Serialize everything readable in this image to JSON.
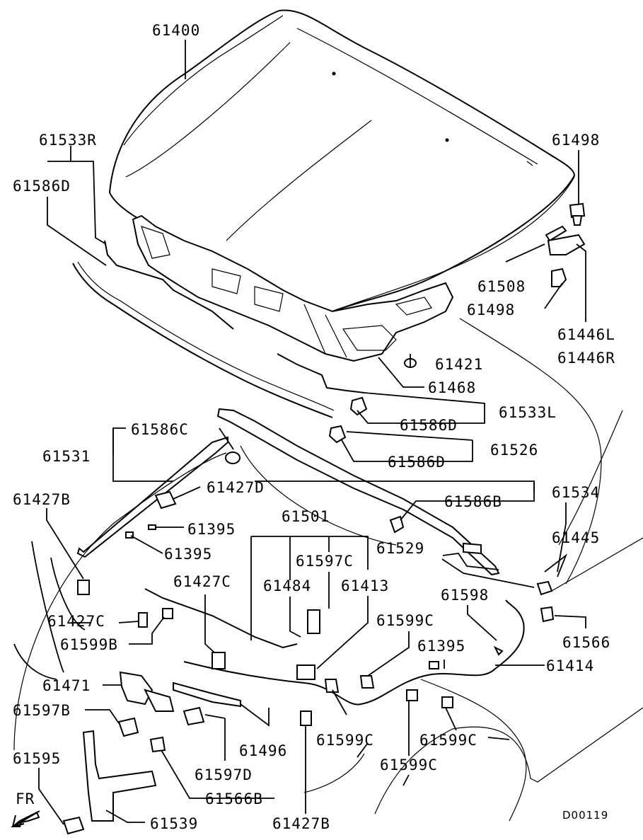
{
  "diagram_code": "D00119",
  "direction_label": "FR",
  "parts": {
    "p61400": "61400",
    "p61533R": "61533R",
    "p61586D_a": "61586D",
    "p61498_top": "61498",
    "p61508": "61508",
    "p61498_b": "61498",
    "p61446L": "61446L",
    "p61446R": "61446R",
    "p61421": "61421",
    "p61468": "61468",
    "p61533L": "61533L",
    "p61586D_b": "61586D",
    "p61526": "61526",
    "p61586D_c": "61586D",
    "p61586C": "61586C",
    "p61531": "61531",
    "p61427D": "61427D",
    "p61534": "61534",
    "p61586B": "61586B",
    "p61427B_a": "61427B",
    "p61395_a": "61395",
    "p61395_b": "61395",
    "p61501": "61501",
    "p61597C": "61597C",
    "p61529": "61529",
    "p61445": "61445",
    "p61427C_a": "61427C",
    "p61484": "61484",
    "p61413": "61413",
    "p61598": "61598",
    "p61427C_b": "61427C",
    "p61599C_a": "61599C",
    "p61566": "61566",
    "p61599B": "61599B",
    "p61395_c": "61395",
    "p61414": "61414",
    "p61471": "61471",
    "p61597B": "61597B",
    "p61496": "61496",
    "p61599C_b": "61599C",
    "p61599C_c": "61599C",
    "p61595": "61595",
    "p61597D": "61597D",
    "p61599C_d": "61599C",
    "p61566B": "61566B",
    "p61539": "61539",
    "p61427B_b": "61427B"
  }
}
